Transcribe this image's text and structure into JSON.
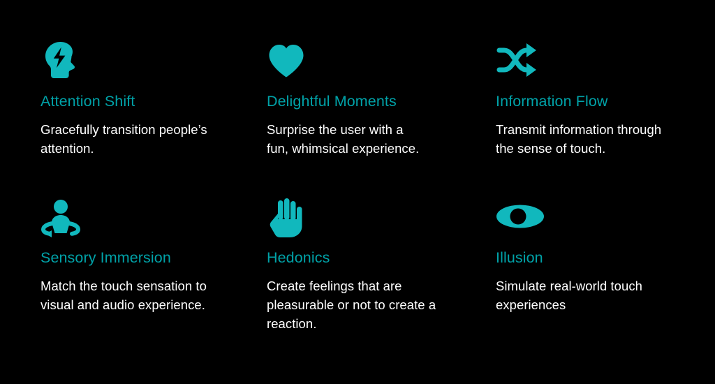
{
  "slide": {
    "background_color": "#000000",
    "accent_color": "#00a2a8",
    "icon_color": "#11b8bd",
    "body_text_color": "#ffffff"
  },
  "cards": [
    {
      "icon": "head-lightning-icon",
      "title": "Attention Shift",
      "description_lines": [
        "Gracefully transition people’s",
        "attention."
      ],
      "description": "Gracefully transition people’s attention."
    },
    {
      "icon": "heart-icon",
      "title": "Delightful Moments",
      "description_lines": [
        "Surprise the user with a",
        "fun, whimsical experience."
      ],
      "description": "Surprise the user with a fun, whimsical experience."
    },
    {
      "icon": "shuffle-arrows-icon",
      "title": "Information Flow",
      "description_lines": [
        "Transmit information through",
        "the sense of touch."
      ],
      "description": "Transmit information through the sense of touch."
    },
    {
      "icon": "meditating-person-icon",
      "title": "Sensory Immersion",
      "description_lines": [
        "Match the touch sensation to",
        "visual and audio experience."
      ],
      "description": "Match the touch sensation to visual and audio experience."
    },
    {
      "icon": "open-hand-icon",
      "title": "Hedonics",
      "description_lines": [
        "Create feelings that are",
        "pleasurable or not to create a",
        "reaction."
      ],
      "description": "Create feelings that are pleasurable or not to create a reaction."
    },
    {
      "icon": "eye-icon",
      "title": "Illusion",
      "description_lines": [
        "Simulate real-world touch",
        "experiences"
      ],
      "description": "Simulate real-world touch experiences"
    }
  ]
}
